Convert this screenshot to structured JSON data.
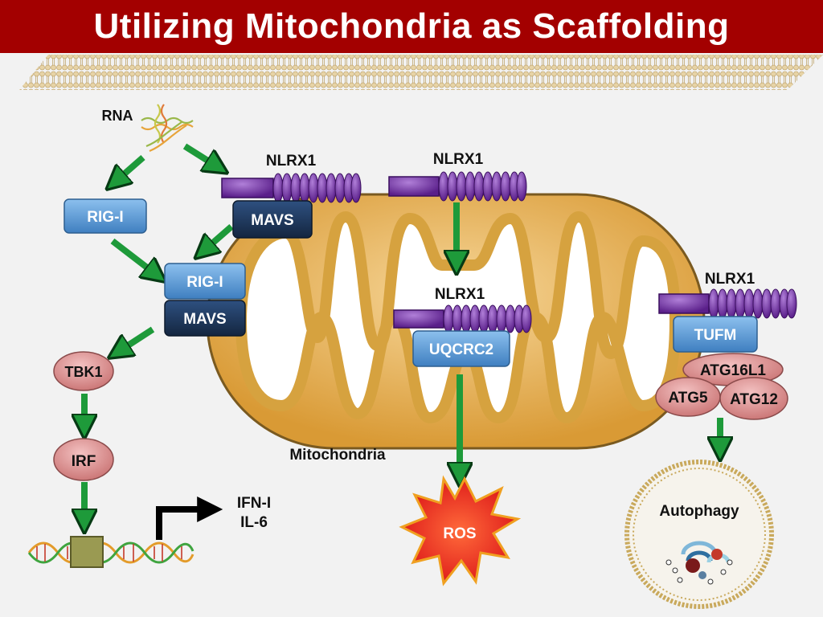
{
  "title": "Utilizing Mitochondria as Scaffolding",
  "labels": {
    "rna": "RNA",
    "nlrx1_a": "NLRX1",
    "nlrx1_b": "NLRX1",
    "nlrx1_c": "NLRX1",
    "nlrx1_d": "NLRX1",
    "rig_i_top": "RIG-I",
    "mavs_top": "MAVS",
    "rig_i_complex": "RIG-I",
    "mavs_complex": "MAVS",
    "uqcrc2": "UQCRC2",
    "tufm": "TUFM",
    "atg16l1": "ATG16L1",
    "atg5": "ATG5",
    "atg12": "ATG12",
    "tbk1": "TBK1",
    "irf": "IRF",
    "ifn": "IFN-I",
    "il6": "IL-6",
    "mitochondria": "Mitochondria",
    "ros": "ROS",
    "autophagy": "Autophagy"
  },
  "colors": {
    "title_bg": "#a30000",
    "box_light_blue": "#5b9bd5",
    "box_dark_navy": "#1f3a5f",
    "nlrx1_purple": "#7030a0",
    "oval_pink": "#d98a8a",
    "arrow_green": "#1e9a3a",
    "mito_gold": "#e8b45a",
    "ros_red": "#e0201c"
  },
  "icons": [
    "membrane-bilayer-icon",
    "rna-strand-icon",
    "dna-helix-icon",
    "ros-burst-icon",
    "autophagosome-icon"
  ]
}
